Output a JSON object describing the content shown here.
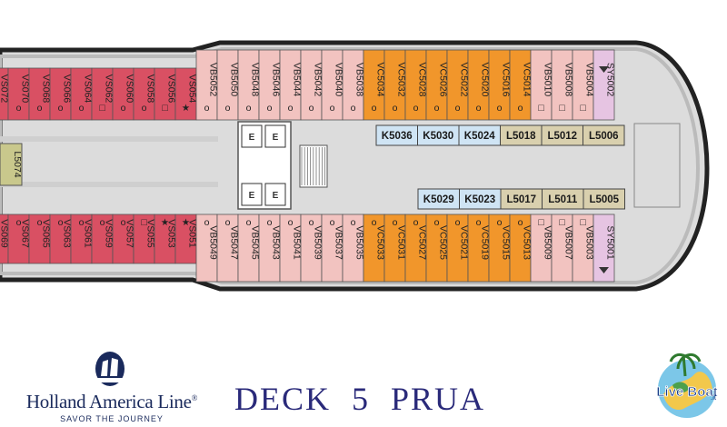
{
  "colors": {
    "hull": "#222222",
    "hull_stripe": "#cfcfcf",
    "corridor": "#dcdcdc",
    "VS": "#d95063",
    "VB": "#f2c3c0",
    "VC": "#f1962b",
    "SY": "#e6c4e2",
    "K": "#cfe4f4",
    "L": "#d9d0ae",
    "Lside": "#c9c88c"
  },
  "top_row": [
    {
      "id": "VS072",
      "cat": "VS"
    },
    {
      "id": "VS070",
      "cat": "VS",
      "mark": "o"
    },
    {
      "id": "VS068",
      "cat": "VS",
      "mark": "o"
    },
    {
      "id": "VS066",
      "cat": "VS",
      "mark": "o"
    },
    {
      "id": "VS064",
      "cat": "VS",
      "mark": "o"
    },
    {
      "id": "VS062",
      "cat": "VS",
      "mark": "□"
    },
    {
      "id": "VS060",
      "cat": "VS",
      "mark": "o"
    },
    {
      "id": "VS058",
      "cat": "VS",
      "mark": "o"
    },
    {
      "id": "VS056",
      "cat": "VS",
      "mark": "□"
    },
    {
      "id": "VS054",
      "cat": "VS",
      "mark": "★"
    },
    {
      "id": "VB5052",
      "cat": "VB",
      "mark": "o"
    },
    {
      "id": "VB5050",
      "cat": "VB",
      "mark": "o"
    },
    {
      "id": "VB5048",
      "cat": "VB",
      "mark": "o"
    },
    {
      "id": "VB5046",
      "cat": "VB",
      "mark": "o"
    },
    {
      "id": "VB5044",
      "cat": "VB",
      "mark": "o"
    },
    {
      "id": "VB5042",
      "cat": "VB",
      "mark": "o"
    },
    {
      "id": "VB5040",
      "cat": "VB",
      "mark": "o"
    },
    {
      "id": "VB5038",
      "cat": "VB",
      "mark": "o"
    },
    {
      "id": "VC5034",
      "cat": "VC",
      "mark": "o"
    },
    {
      "id": "VC5032",
      "cat": "VC",
      "mark": "o"
    },
    {
      "id": "VC5028",
      "cat": "VC",
      "mark": "o"
    },
    {
      "id": "VC5026",
      "cat": "VC",
      "mark": "o"
    },
    {
      "id": "VC5022",
      "cat": "VC",
      "mark": "o"
    },
    {
      "id": "VC5020",
      "cat": "VC",
      "mark": "o"
    },
    {
      "id": "VC5016",
      "cat": "VC",
      "mark": "o"
    },
    {
      "id": "VC5014",
      "cat": "VC",
      "mark": "o"
    },
    {
      "id": "VB5010",
      "cat": "VB",
      "mark": "□"
    },
    {
      "id": "VB5008",
      "cat": "VB",
      "mark": "□"
    },
    {
      "id": "VB5004",
      "cat": "VB",
      "mark": "□"
    },
    {
      "id": "SY5002",
      "cat": "SY"
    }
  ],
  "bottom_row": [
    {
      "id": "VS069",
      "cat": "VS",
      "mark": "o"
    },
    {
      "id": "VS067",
      "cat": "VS",
      "mark": "o"
    },
    {
      "id": "VS065",
      "cat": "VS",
      "mark": "o"
    },
    {
      "id": "VS063",
      "cat": "VS",
      "mark": "o"
    },
    {
      "id": "VS061",
      "cat": "VS",
      "mark": "o"
    },
    {
      "id": "VS059",
      "cat": "VS",
      "mark": "o"
    },
    {
      "id": "VS057",
      "cat": "VS",
      "mark": "o"
    },
    {
      "id": "VS055",
      "cat": "VS",
      "mark": "□"
    },
    {
      "id": "VS053",
      "cat": "VS",
      "mark": "★"
    },
    {
      "id": "VS051",
      "cat": "VS",
      "mark": "★"
    },
    {
      "id": "VB5049",
      "cat": "VB",
      "mark": "o"
    },
    {
      "id": "VB5047",
      "cat": "VB",
      "mark": "o"
    },
    {
      "id": "VB5045",
      "cat": "VB",
      "mark": "o"
    },
    {
      "id": "VB5043",
      "cat": "VB",
      "mark": "o"
    },
    {
      "id": "VB5041",
      "cat": "VB",
      "mark": "o"
    },
    {
      "id": "VB5039",
      "cat": "VB",
      "mark": "o"
    },
    {
      "id": "VB5037",
      "cat": "VB",
      "mark": "o"
    },
    {
      "id": "VB5035",
      "cat": "VB",
      "mark": "o"
    },
    {
      "id": "VC5033",
      "cat": "VC",
      "mark": "o"
    },
    {
      "id": "VC5031",
      "cat": "VC",
      "mark": "o"
    },
    {
      "id": "VC5027",
      "cat": "VC",
      "mark": "o"
    },
    {
      "id": "VC5025",
      "cat": "VC",
      "mark": "o"
    },
    {
      "id": "VC5021",
      "cat": "VC",
      "mark": "o"
    },
    {
      "id": "VC5019",
      "cat": "VC",
      "mark": "o"
    },
    {
      "id": "VC5015",
      "cat": "VC",
      "mark": "o"
    },
    {
      "id": "VC5013",
      "cat": "VC",
      "mark": "o"
    },
    {
      "id": "VB5009",
      "cat": "VB",
      "mark": "□"
    },
    {
      "id": "VB5007",
      "cat": "VB",
      "mark": "□"
    },
    {
      "id": "VB5003",
      "cat": "VB",
      "mark": "□"
    },
    {
      "id": "SY5001",
      "cat": "SY"
    }
  ],
  "inner_top": [
    {
      "id": "K5036",
      "cat": "K"
    },
    {
      "id": "K5030",
      "cat": "K"
    },
    {
      "id": "K5024",
      "cat": "K"
    },
    {
      "id": "L5018",
      "cat": "L"
    },
    {
      "id": "L5012",
      "cat": "L"
    },
    {
      "id": "L5006",
      "cat": "L"
    }
  ],
  "inner_bottom": [
    {
      "id": "K5029",
      "cat": "K"
    },
    {
      "id": "K5023",
      "cat": "K"
    },
    {
      "id": "L5017",
      "cat": "L"
    },
    {
      "id": "L5011",
      "cat": "L"
    },
    {
      "id": "L5005",
      "cat": "L"
    }
  ],
  "side_cabin": {
    "id": "L5074",
    "cat": "Lside"
  },
  "elevator_tags": [
    "E",
    "E",
    "E",
    "E"
  ],
  "footer": {
    "brand_name": "Holland America Line",
    "brand_mark": "®",
    "tagline": "SAVOR THE JOURNEY",
    "deck_title": "DECK 5 PRUA",
    "partner_logo_text": "Live Boat",
    "partner_logo_suffix": ".it"
  }
}
